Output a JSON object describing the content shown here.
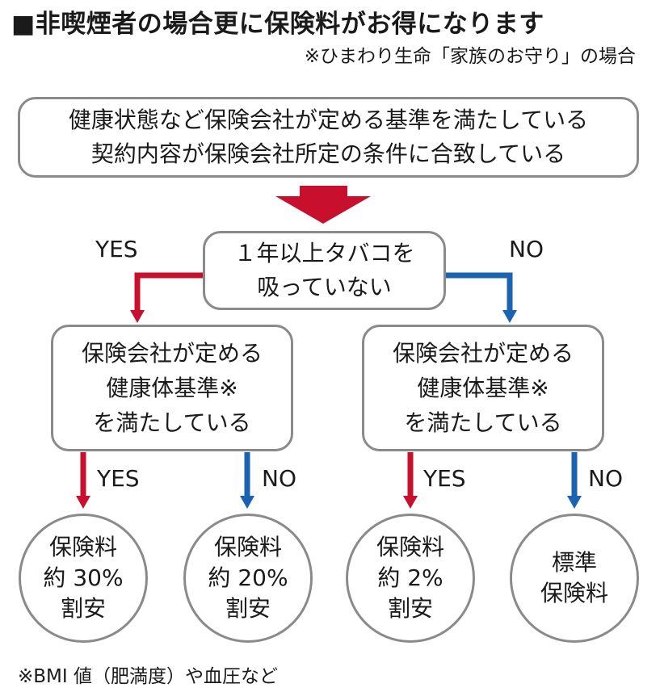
{
  "title": "■非喫煙者の場合更に保険料がお得になります",
  "subtitle": "※ひまわり生命「家族のお守り」の場合",
  "top_box": {
    "line1": "健康状態など保険会社が定める基準を満たしている",
    "line2": "契約内容が保険会社所定の条件に合致している"
  },
  "question_box": {
    "line1": "１年以上タバコを",
    "line2": "吸っていない"
  },
  "branch_labels": {
    "q_yes": "YES",
    "q_no": "NO",
    "left_yes": "YES",
    "left_no": "NO",
    "right_yes": "YES",
    "right_no": "NO"
  },
  "left_box": {
    "line1": "保険会社が定める",
    "line2": "健康体基準※",
    "line3": "を満たしている"
  },
  "right_box": {
    "line1": "保険会社が定める",
    "line2": "健康体基準※",
    "line3": "を満たしている"
  },
  "results": [
    {
      "line1": "保険料",
      "line2": "約 30%",
      "line3": "割安"
    },
    {
      "line1": "保険料",
      "line2": "約 20%",
      "line3": "割安"
    },
    {
      "line1": "保険料",
      "line2": "約 2%",
      "line3": "割安"
    },
    {
      "line1": "標準",
      "line2": "保険料"
    }
  ],
  "footnote": "※BMI 値（肥満度）や血圧など",
  "colors": {
    "yes": "#c8102e",
    "no": "#1a63b0",
    "border": "#8a8a8a",
    "big_arrow": "#c8102e"
  }
}
